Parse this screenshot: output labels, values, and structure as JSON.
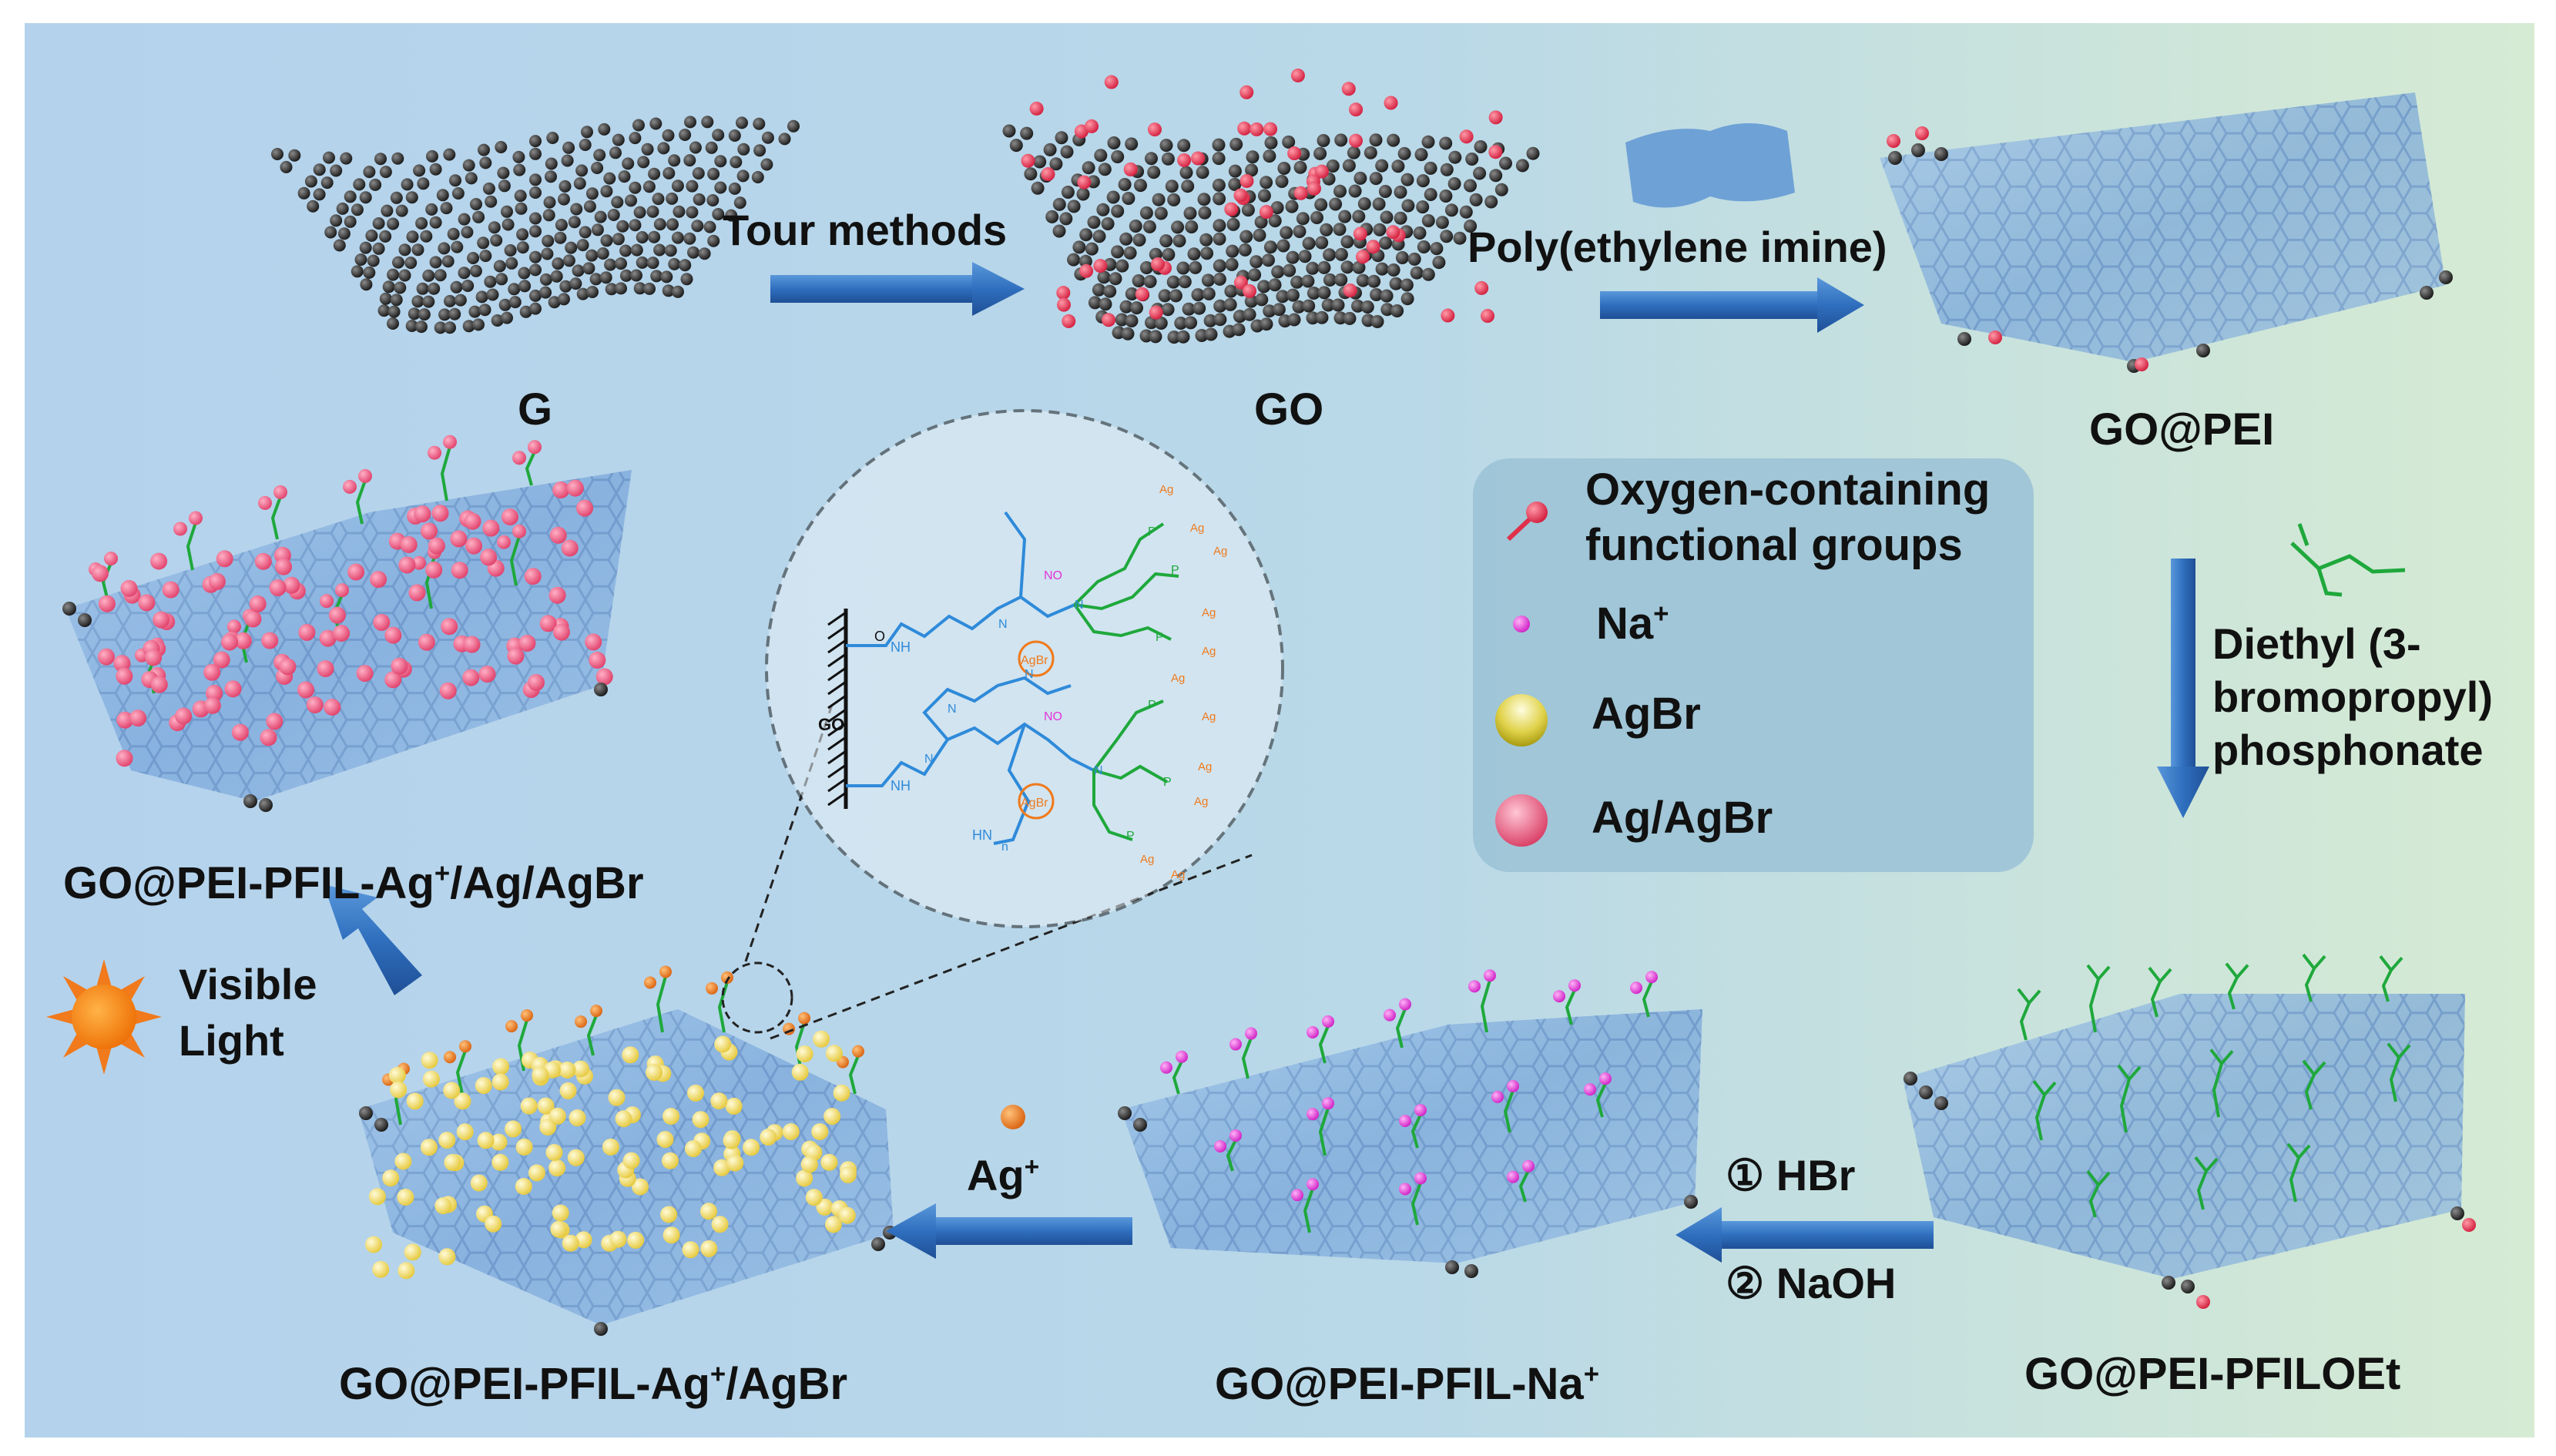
{
  "stages": {
    "g": "G",
    "go": "GO",
    "go_pei": "GO@PEI",
    "go_pei_pfiloet": "GO@PEI-PFILOEt",
    "go_pei_pfil_na": "GO@PEI-PFIL-Na",
    "go_pei_pfil_na_sup": "+",
    "go_pei_pfil_agbr_a": "GO@PEI-PFIL-Ag",
    "go_pei_pfil_agbr_sup": "+",
    "go_pei_pfil_agbr_b": "/AgBr",
    "final_a": "GO@PEI-PFIL-Ag",
    "final_sup": "+",
    "final_b": "/Ag/AgBr"
  },
  "steps": {
    "tour": "Tour methods",
    "pei": "Poly(ethylene imine)",
    "phos_1": "Diethyl (3-",
    "phos_2": "bromopropyl)",
    "phos_3": "phosphonate",
    "hbr": "① HBr",
    "naoh": "② NaOH",
    "ag": "Ag",
    "ag_sup": "+",
    "visible_1": "Visible",
    "visible_2": "Light"
  },
  "legend": {
    "oxygen_1": "Oxygen-containing",
    "oxygen_2": "functional groups",
    "na": "Na",
    "na_sup": "+",
    "agbr": "AgBr",
    "ag_agbr": "Ag/AgBr"
  },
  "zoom": {
    "go": "GO",
    "agbr": "AgBr",
    "ag": "Ag",
    "ag_minus": "-",
    "no3": "NO",
    "nh": "NH",
    "hn": "HN",
    "o": "O",
    "p": "P",
    "n": "N",
    "n_index": "n"
  },
  "colors": {
    "bg_left": "#b4d2ec",
    "bg_right": "#d6ebd3",
    "arrow": "#2f6fbe",
    "legend_box": "#9cc3d6",
    "sheet": "#6f9fd8",
    "carbon": "#2a2a2a",
    "oxygen": "#e0304a",
    "sodium": "#e234d8",
    "agbr": "#f2de6a",
    "ag_agbr": "#e84c70",
    "pei_chain": "#2f8ad9",
    "phos_chain": "#1fa83c",
    "orange": "#f07a1c"
  }
}
